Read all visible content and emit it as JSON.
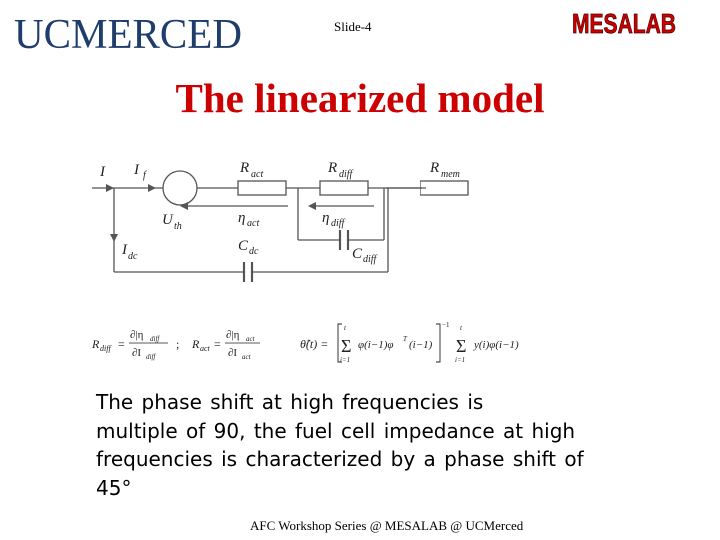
{
  "header": {
    "logo_left_text": "UCMERCED",
    "slide_label": "Slide-4",
    "logo_right_text": "MESALAB"
  },
  "title": "The linearized model",
  "circuit": {
    "labels": {
      "I": "I",
      "If_main": "I",
      "If_sub": "f",
      "Uth_main": "U",
      "Uth_sub": "th",
      "Idc_main": "I",
      "Idc_sub": "dc",
      "Ract_main": "R",
      "Ract_sub": "act",
      "Rdiff_main": "R",
      "Rdiff_sub": "diff",
      "Rmem_main": "R",
      "Rmem_sub": "mem",
      "eta_act_main": "η",
      "eta_act_sub": "act",
      "eta_diff_main": "η",
      "eta_diff_sub": "diff",
      "Cdc_main": "C",
      "Cdc_sub": "dc",
      "Cdiff_main": "C",
      "Cdiff_sub": "diff"
    }
  },
  "formulas": {
    "rdiff_lhs": "R",
    "rdiff_lhs_sub": "diff",
    "rdiff_num": "∂|η",
    "rdiff_num_sub": "diff",
    "rdiff_den": "∂I",
    "rdiff_den_sub": "diff",
    "separator": ";",
    "ract_lhs": "R",
    "ract_lhs_sub": "act",
    "ract_num": "∂|η",
    "ract_num_sub": "act",
    "ract_den": "∂I",
    "ract_den_sub": "act",
    "theta_lhs": "θ̂(t) =",
    "sum_upper": "t",
    "sum_lower": "i=1",
    "term_1": "φ(i−1)φ",
    "term_1_sup": "T",
    "term_1_end": "(i−1)",
    "inverse": "−1",
    "term_2": "y(i)φ(i−1)"
  },
  "body_text": [
    "The  phase  shift  at  high  frequencies  is",
    "multiple of 90, the fuel cell  impedance  at  high",
    "frequencies  is  characterized  by  a phase  shift  of",
    "45°"
  ],
  "footer": "AFC Workshop Series @ MESALAB @ UCMerced",
  "colors": {
    "title": "#cc0000",
    "ucm_navy": "#1f3d6b",
    "mesalab_red": "#cc0000"
  }
}
